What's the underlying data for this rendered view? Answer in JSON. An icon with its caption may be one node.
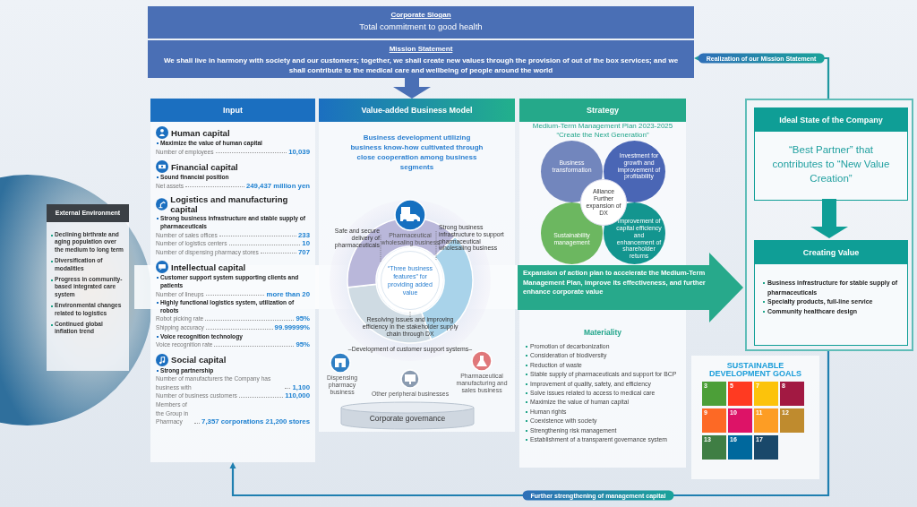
{
  "diagram": {
    "nodes": [
      {
        "text": [
          "Corporate Slogan",
          "Total commitment to good health"
        ]
      },
      {
        "text": [
          "Mission Statement",
          "We shall live in harmony with society and our customers; together, we shall create new values through the provision of out of the box services; and we shall contribute to the medical care and wellbeing of people around the world"
        ]
      },
      {
        "text": [
          "Input",
          "Human capital",
          "Maximize the value of human capital",
          "Number of employees",
          "10,039",
          "Financial capital",
          "Sound financial position",
          "Net assets",
          "249,437 million yen",
          "Logistics and manufacturing capital",
          "Strong business infrastructure and stable supply of pharmaceuticals",
          "Number of sales offices",
          "233",
          "Number of logistics centers",
          "10",
          "Number of dispensing pharmacy stores",
          "707",
          "Intellectual capital",
          "Customer support system supporting clients and patients",
          "Number of lineups",
          "more than 20",
          "Highly functional logistics system, utilization of robots",
          "Robot picking rate",
          "95%",
          "Shipping accuracy",
          "99.99999%",
          "Voice recognition technology",
          "Voice recognition rate",
          "95%",
          "Social capital",
          "Strong partnership",
          "Number of manufacturers the Company has business with",
          "1,100",
          "Number of business customers",
          "110,000",
          "Members of the Group in Pharmacy",
          "7,357 corporations 21,200 stores"
        ]
      },
      {
        "text": [
          "Value-added Business Model",
          "Business development utilizing business know-how cultivated through close cooperation among business segments"
        ]
      },
      {
        "text": [
          "“Three business features” for providing added value"
        ],
        "in": 3
      },
      {
        "text": [
          "Corporate governance"
        ],
        "in": 3
      },
      {
        "text": [
          "Strategy",
          "Medium-Term Management Plan 2023-2025",
          "“Create the Next Generation”",
          "Materiality",
          "Promotion of decarbonization",
          "Consideration of biodiversity",
          "Reduction of waste",
          "Stable supply of pharmaceuticals and support for BCP",
          "Improvement of quality, safety, and efficiency",
          "Solve issues related to access to medical care",
          "Maximize the value of human capital",
          "Human rights",
          "Coexistence with society",
          "Strengthening risk management",
          "Establishment of a transparent governance system"
        ]
      },
      {
        "text": [
          "Business transformation"
        ],
        "in": 6
      },
      {
        "text": [
          "Investment for growth and improvement of profitability"
        ],
        "in": 6
      },
      {
        "text": [
          "Sustainability management"
        ],
        "in": 6
      },
      {
        "text": [
          "Improvement of capital efficiency and enhancement of shareholder returns"
        ],
        "in": 6
      },
      {
        "text": [
          "Alliance",
          "Further expansion of DX"
        ],
        "in": 6
      },
      {
        "text": [
          "Expansion of action plan to accelerate the Medium-Term Management Plan, improve its effectiveness, and further enhance corporate value"
        ]
      },
      {
        "text": [],
        "shape": "box"
      },
      {
        "text": [
          "Ideal State of the Company",
          "“Best Partner” that contributes to “New Value Creation”"
        ],
        "in": 13
      },
      {
        "text": [
          "Creating Value",
          "Business infrastructure for stable supply of pharmaceuticals",
          "Specialty products, full-line service",
          "Community healthcare design"
        ],
        "in": 13
      },
      {
        "text": [
          "External Environment",
          "Declining birthrate and aging population over the medium to long term",
          "Diversification of modalities",
          "Progress in community-based integrated care system",
          "Environmental changes related to logistics",
          "Continued global inflation trend"
        ]
      }
    ],
    "edges": [
      {
        "from": 1,
        "to": 3,
        "arrow": "to",
        "style": "thick",
        "color": "#4a6fb5"
      },
      {
        "from": 13,
        "to": 1,
        "arrow": "to",
        "label": "Realization of our Mission Statement",
        "color": "#1f98a0"
      },
      {
        "from": 14,
        "to": 15,
        "arrow": "to",
        "style": "thick",
        "color": "#0f9e96"
      },
      {
        "from": 13,
        "to": 2,
        "arrow": "to",
        "label": "Further strengthening of management capital",
        "color": "#1f7fb0"
      }
    ],
    "labels": [
      "Safe and secure delivery of pharmaceuticals",
      "Strong business infrastructure to support pharmaceutical wholesaling business",
      "Pharmaceutical wholesaling business",
      "Resolving issues and improving efficiency in the stakeholder supply chain through DX",
      "–Development of customer support systems–",
      "Dispensing pharmacy business",
      "Pharmaceutical manufacturing and sales business",
      "Other peripheral businesses",
      "SUSTAINABLE DEVELOPMENT GOALS",
      "3",
      "5",
      "7",
      "8",
      "9",
      "10",
      "11",
      "12",
      "13",
      "16",
      "17"
    ]
  }
}
